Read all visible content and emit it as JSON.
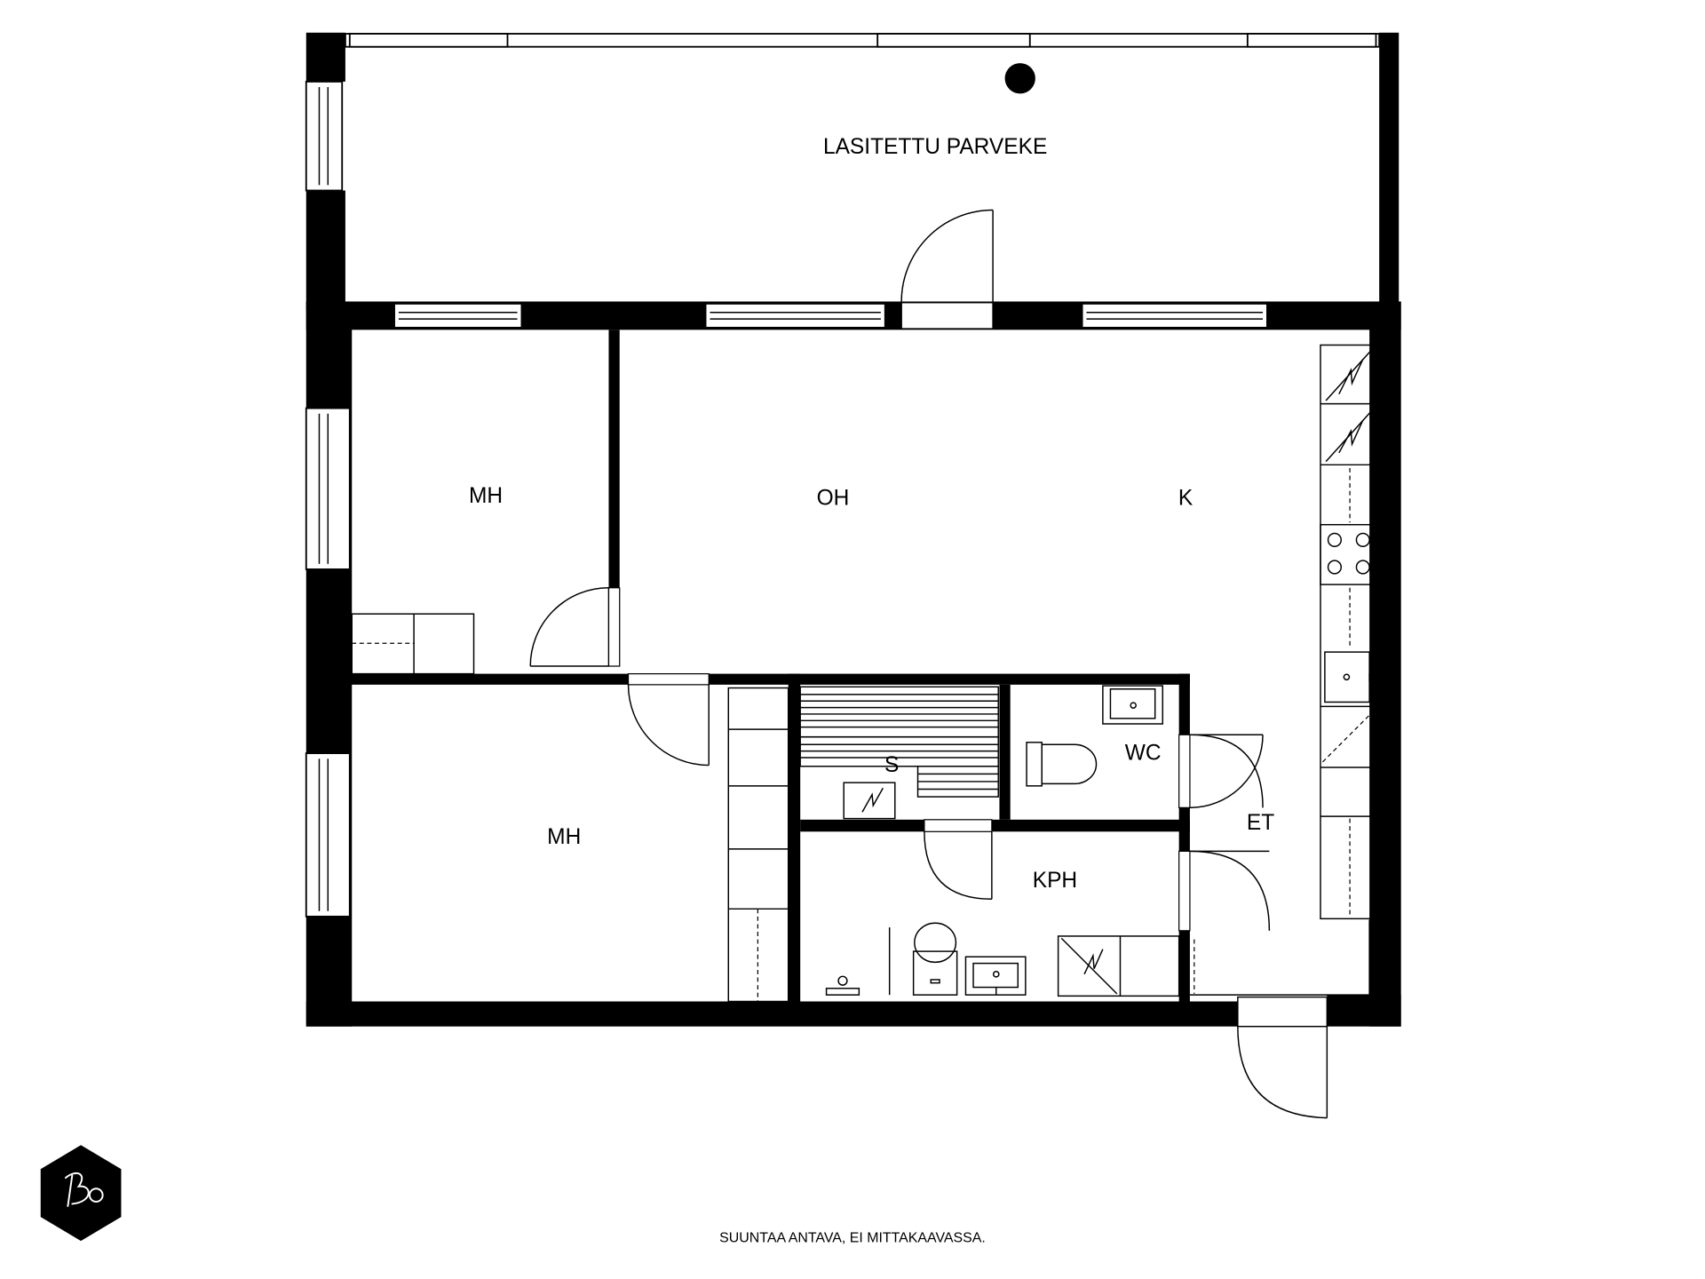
{
  "rooms": {
    "balcony": "LASITETTU PARVEKE",
    "bedroom_top": "MH",
    "living_room": "OH",
    "kitchen": "K",
    "bedroom_bottom": "MH",
    "sauna": "S",
    "toilet": "WC",
    "hallway": "ET",
    "bathroom": "KPH"
  },
  "footer": {
    "disclaimer": "SUUNTAA ANTAVA, EI MITTAKAAVASSA."
  },
  "logo": {
    "text": "Bo"
  },
  "colors": {
    "walls": "#000000",
    "background": "#ffffff"
  }
}
